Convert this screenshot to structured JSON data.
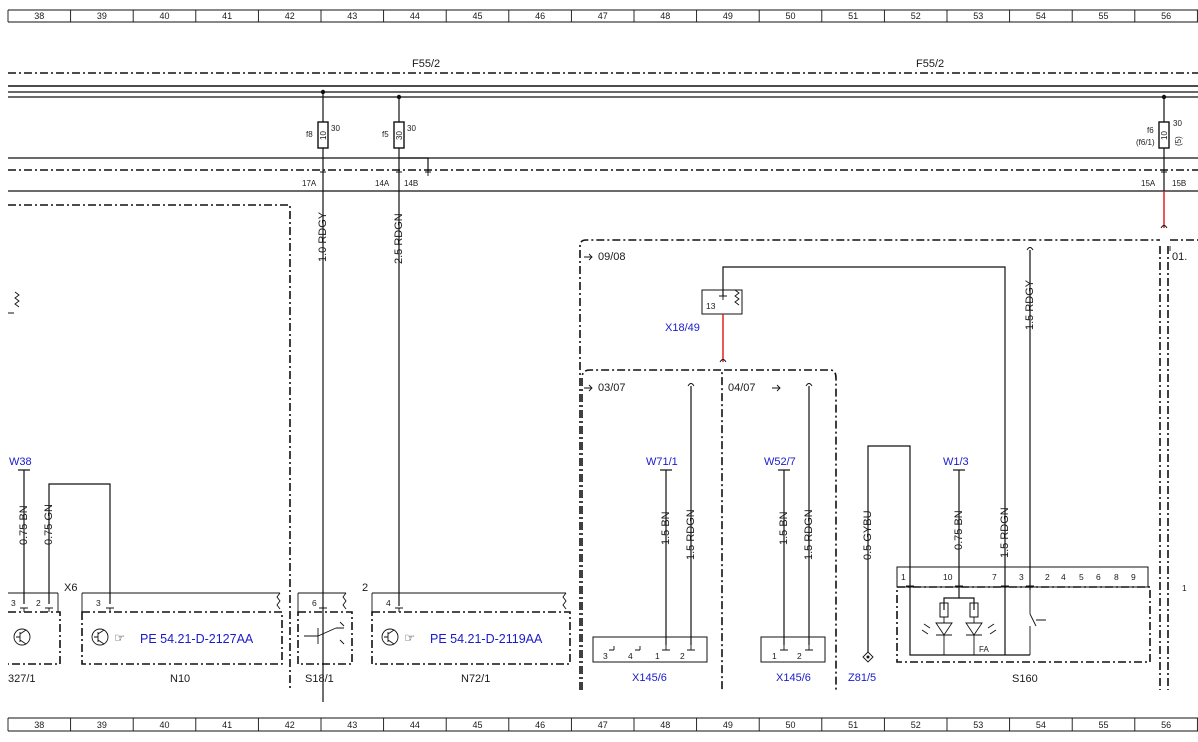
{
  "ruler": {
    "numbers": [
      "38",
      "39",
      "40",
      "41",
      "42",
      "43",
      "44",
      "45",
      "46",
      "47",
      "48",
      "49",
      "50",
      "51",
      "52",
      "53",
      "54",
      "55",
      "56"
    ]
  },
  "bus": {
    "label_left": "F55/2",
    "label_right": "F55/2"
  },
  "fuses": [
    {
      "id": "f8",
      "top": "30",
      "rating": "10",
      "pin": "17A"
    },
    {
      "id": "f5",
      "top": "30",
      "rating": "30",
      "pin": "14A",
      "pin2": "14B"
    },
    {
      "id": "f6",
      "alt": "(f6/1)",
      "top": "30",
      "top2": "(5)",
      "rating": "10",
      "pin": "15A",
      "pin2": "15B"
    }
  ],
  "wires": {
    "w_f8": "1.0 RDGY",
    "w_f5": "2.5 RDGN",
    "w_s160_top": "1.5 RDGY",
    "w_w71_bn": "1.5 BN",
    "w_w71_rdgn": "1.5 RDGN",
    "w_w52_bn": "1.5 BN",
    "w_w52_rdgn": "1.5 RDGN",
    "w_z81": "0.5 GYBU",
    "w_w1_bn": "0.75 BN",
    "w_s160_rdgn": "1.5 RDGN",
    "w_w38_bn": "0.75 BN",
    "w_w38_gn": "0.75 GN"
  },
  "refs": {
    "r1": "09/08",
    "r2": "03/07",
    "r3": "04/07",
    "r4": "01."
  },
  "connectors": {
    "x18": "X18/49",
    "x18_pin": "13",
    "x145_left": "X145/6",
    "x145_right": "X145/6",
    "z81": "Z81/5",
    "x6": "X6"
  },
  "grounds": {
    "w71": "W71/1",
    "w52": "W52/7",
    "w1": "W1/3",
    "w38": "W38"
  },
  "components": {
    "n10": "N10",
    "s18": "S18/1",
    "n72": "N72/1",
    "s160": "S160",
    "b27": "327/1",
    "fa": "FA"
  },
  "links": {
    "pe_n10": "PE 54.21-D-2127AA",
    "pe_n72": "PE 54.21-D-2119AA"
  },
  "pins": {
    "x145a": [
      "3",
      "4",
      "1",
      "2"
    ],
    "x145b": [
      "1",
      "2"
    ],
    "s160": [
      "1",
      "10",
      "7",
      "3",
      "2",
      "4",
      "5",
      "6",
      "8",
      "9"
    ],
    "b27": [
      "3",
      "2"
    ],
    "n10": "3",
    "s18": "6",
    "n72": "4",
    "n72_top": "2",
    "right_edge": "1"
  },
  "colors": {
    "link_blue": "#1a1acc",
    "wire_red": "#e01010",
    "line_black": "#111111"
  }
}
